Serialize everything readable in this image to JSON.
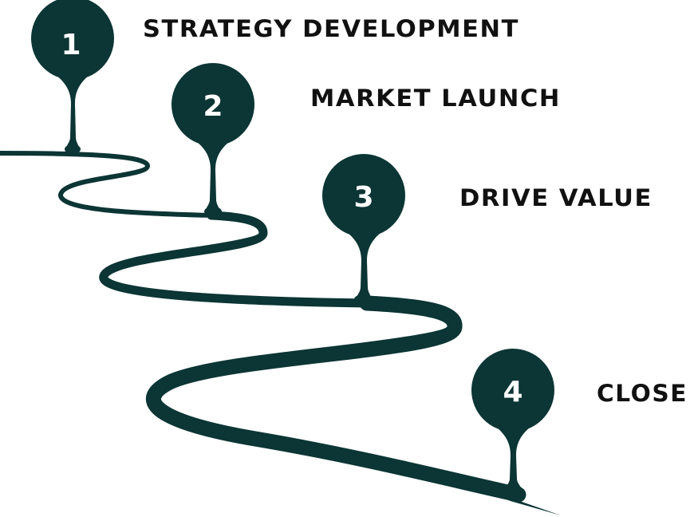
{
  "colors": {
    "road": "#0c3535",
    "pin": "#0c3535",
    "pin_number": "#ffffff",
    "label": "#111111",
    "background": "#ffffff"
  },
  "steps": [
    {
      "number": "1",
      "label": "STRATEGY DEVELOPMENT"
    },
    {
      "number": "2",
      "label": "MARKET LAUNCH"
    },
    {
      "number": "3",
      "label": "DRIVE VALUE"
    },
    {
      "number": "4",
      "label": "CLOSE"
    }
  ]
}
